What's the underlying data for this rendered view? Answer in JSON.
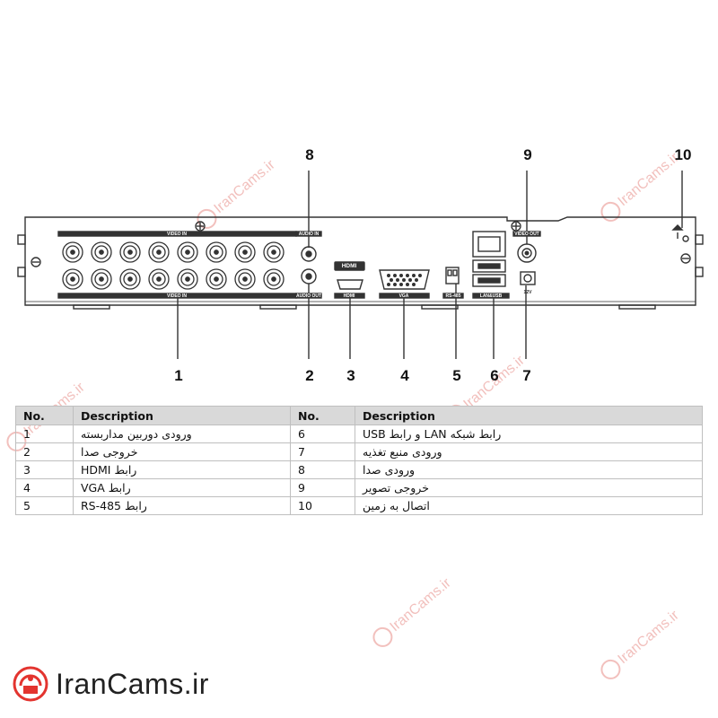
{
  "panel": {
    "label_video_in_top": "VIDEO IN",
    "label_video_in_bottom": "VIDEO IN",
    "label_audio_in": "AUDIO IN",
    "label_audio_out": "AUDIO OUT",
    "label_hdmi": "HDMI",
    "label_hdmi_logo": "HDMI",
    "label_vga": "VGA",
    "label_rs485": "RS-485",
    "label_lan_usb": "LAN&USB",
    "label_video_out": "VIDEO OUT",
    "label_power": "12V",
    "bnc_count_per_row": 8,
    "bnc_rows": 2
  },
  "callouts": [
    "1",
    "2",
    "3",
    "4",
    "5",
    "6",
    "7",
    "8",
    "9",
    "10"
  ],
  "table": {
    "headers": [
      "No.",
      "Description",
      "No.",
      "Description"
    ],
    "rows": [
      {
        "no_left": "1",
        "desc_left": "ورودی دوربین مداربسته",
        "no_right": "6",
        "desc_right": "رابط شبکه LAN و رابط USB"
      },
      {
        "no_left": "2",
        "desc_left": "خروجی صدا",
        "no_right": "7",
        "desc_right": "ورودی منبع تغذیه"
      },
      {
        "no_left": "3",
        "desc_left": "رابط HDMI",
        "no_right": "8",
        "desc_right": "ورودی صدا"
      },
      {
        "no_left": "4",
        "desc_left": "رابط VGA",
        "no_right": "9",
        "desc_right": "خروجی تصویر"
      },
      {
        "no_left": "5",
        "desc_left": "رابط RS-485",
        "no_right": "10",
        "desc_right": "اتصال به زمین"
      }
    ]
  },
  "watermark": "IranCams.ir",
  "logo_text": "IranCams.ir",
  "colors": {
    "brand_red": "#e3342f",
    "watermark": "#f2c0bd",
    "panel_line": "#333333",
    "header_bg": "#d9d9d9"
  }
}
